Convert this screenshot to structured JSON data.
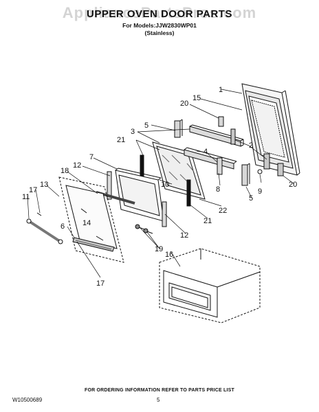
{
  "header": {
    "watermark": "AppliancePartsPros.com",
    "title": "UPPER OVEN DOOR PARTS",
    "models": "For Models:JJW2830WP01",
    "variant": "(Stainless)"
  },
  "callouts": [
    "1",
    "2",
    "3",
    "4",
    "5",
    "6",
    "7",
    "8",
    "9",
    "10",
    "11",
    "12",
    "13",
    "14",
    "15",
    "16",
    "17",
    "18",
    "19",
    "20",
    "21",
    "22"
  ],
  "footer": {
    "note": "FOR ORDERING INFORMATION REFER TO PARTS PRICE LIST",
    "doc_id": "W10500689",
    "page": "5"
  }
}
